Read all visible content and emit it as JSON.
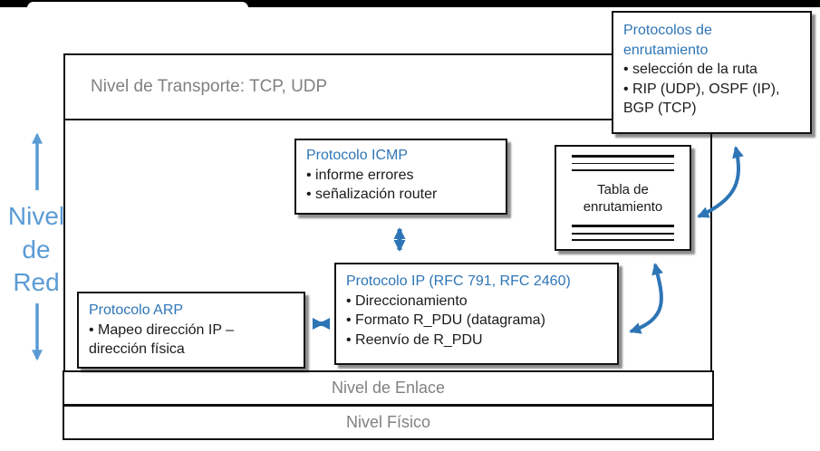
{
  "colors": {
    "title_blue": "#2E75B6",
    "side_label_blue": "#5B9BD5",
    "arrow_blue": "#2E75B6",
    "gray_label": "#818181",
    "border_black": "#111111",
    "top_bar_black": "#000000"
  },
  "side_label": {
    "lines": [
      "Nivel",
      "de",
      "Red"
    ]
  },
  "layer_boxes": {
    "transport": {
      "label": "Nivel de Transporte: TCP, UDP"
    },
    "link": {
      "label": "Nivel de Enlace"
    },
    "physical": {
      "label": "Nivel Físico"
    }
  },
  "protocol_boxes": {
    "icmp": {
      "title": "Protocolo ICMP",
      "bullets": [
        "• informe errores",
        "• señalización router"
      ]
    },
    "routing": {
      "title": "Protocolos de enrutamiento",
      "bullets": [
        "• selección de la ruta",
        "• RIP (UDP), OSPF (IP), BGP (TCP)"
      ]
    },
    "ip": {
      "title": "Protocolo IP (RFC 791, RFC 2460)",
      "bullets": [
        "• Direccionamiento",
        "• Formato R_PDU (datagrama)",
        "• Reenvío de R_PDU"
      ]
    },
    "arp": {
      "title": "Protocolo ARP",
      "bullets": [
        "• Mapeo dirección IP – dirección física"
      ]
    },
    "routing_table": {
      "label": "Tabla de enrutamiento"
    }
  }
}
